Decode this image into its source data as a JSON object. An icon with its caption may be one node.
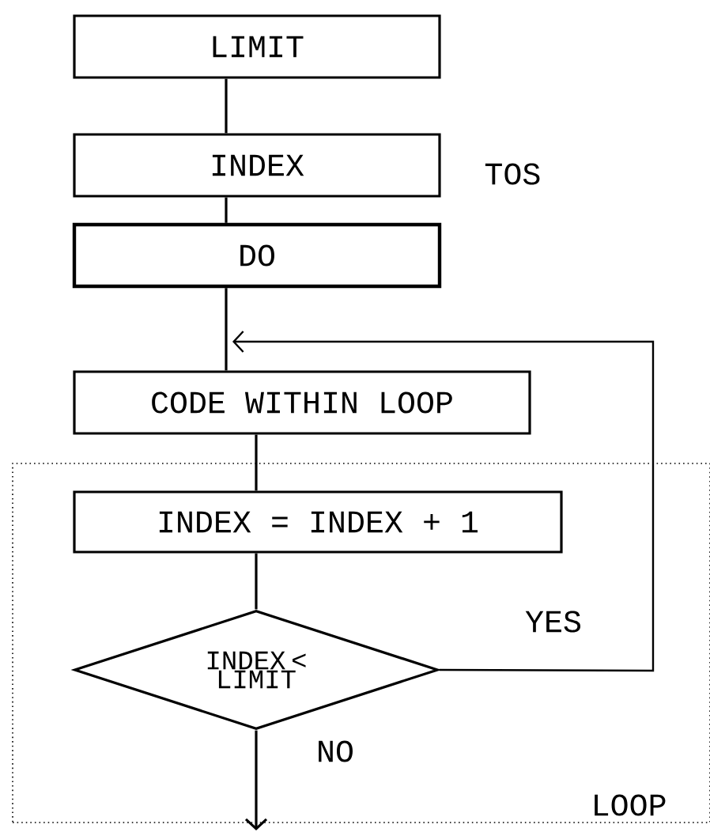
{
  "diagram": {
    "nodes": [
      {
        "text": [
          "LIMIT"
        ]
      },
      {
        "text": [
          "INDEX"
        ],
        "beside": [
          "TOS"
        ]
      },
      {
        "text": [
          "DO"
        ]
      },
      {
        "text": [
          "CODE WITHIN LOOP"
        ]
      },
      {
        "text": [
          "LOOP"
        ]
      },
      {
        "text": [
          "INDEX = INDEX + 1"
        ],
        "in": 4
      },
      {
        "text": [
          "INDEX < LIMIT"
        ],
        "in": 4
      }
    ],
    "edges": [
      {
        "from": 0,
        "to": 1,
        "arrow": "none"
      },
      {
        "from": 1,
        "to": 2,
        "arrow": "none"
      },
      {
        "from": 2,
        "to": 3,
        "arrow": "none"
      },
      {
        "from": 6,
        "to": 3,
        "arrow": "to",
        "label": "YES"
      },
      {
        "from": 3,
        "to": 5,
        "arrow": "none"
      },
      {
        "from": 5,
        "to": 6,
        "arrow": "none"
      },
      {
        "from": 6,
        "to": null,
        "arrow": "to",
        "label": "NO"
      }
    ]
  }
}
